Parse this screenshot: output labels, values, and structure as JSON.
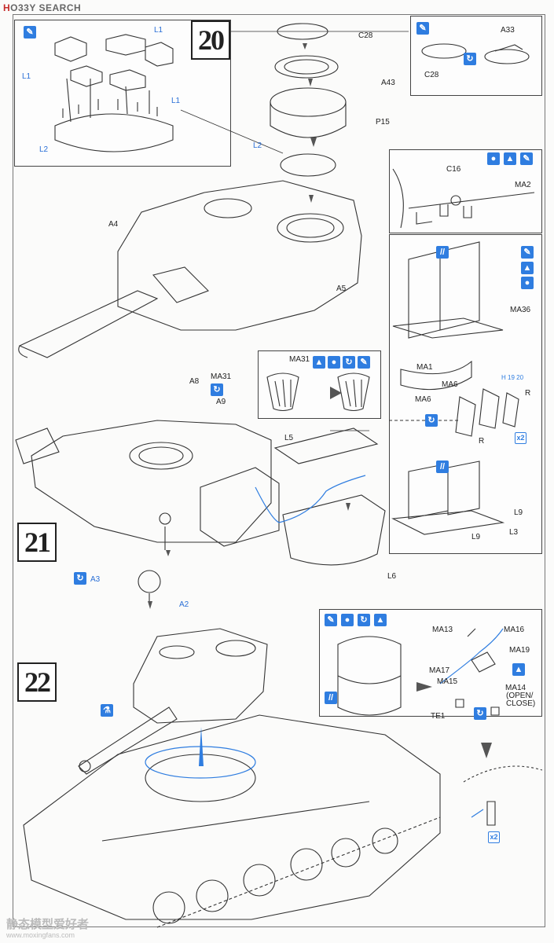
{
  "watermark_top": {
    "brand_a": "H",
    "brand_b": "O33Y",
    "brand_c": "SEARCH"
  },
  "watermark_bottom": {
    "title": "静态模型爱好者",
    "url": "www.moxingfans.com"
  },
  "steps": {
    "s20": "20",
    "s21": "21",
    "s22": "22"
  },
  "labels": {
    "L1a": "L1",
    "L1b": "L1",
    "L1c": "L1",
    "L2a": "L2",
    "L2b": "L2",
    "C28a": "C28",
    "A43": "A43",
    "P15": "P15",
    "A4": "A4",
    "A5": "A5",
    "C28b": "C28",
    "A33": "A33",
    "C16": "C16",
    "MA2": "MA2",
    "MA36": "MA36",
    "MA31a": "MA31",
    "MA31b": "MA31",
    "A8": "A8",
    "A9": "A9",
    "L5": "L5",
    "L6": "L6",
    "A3": "A3",
    "A2": "A2",
    "MA1": "MA1",
    "MA6a": "MA6",
    "MA6b": "MA6",
    "R1": "R",
    "R2": "R",
    "L9a": "L9",
    "L9b": "L9",
    "L3": "L3",
    "MA13": "MA13",
    "MA16": "MA16",
    "MA19": "MA19",
    "MA17": "MA17",
    "MA15": "MA15",
    "MA14": "MA14",
    "open_close": "(OPEN/",
    "close": "CLOSE)",
    "TE1": "TE1",
    "x2a": "x2",
    "x2b": "x2",
    "partno": "H",
    "partno2": "19 20"
  },
  "icons": [
    "glue-icon",
    "cement-icon",
    "paint-icon",
    "alternate-icon",
    "drill-icon",
    "cut-icon"
  ],
  "colors": {
    "accent": "#2f7de0",
    "ink": "#222222",
    "brand": "#c52a2a"
  }
}
